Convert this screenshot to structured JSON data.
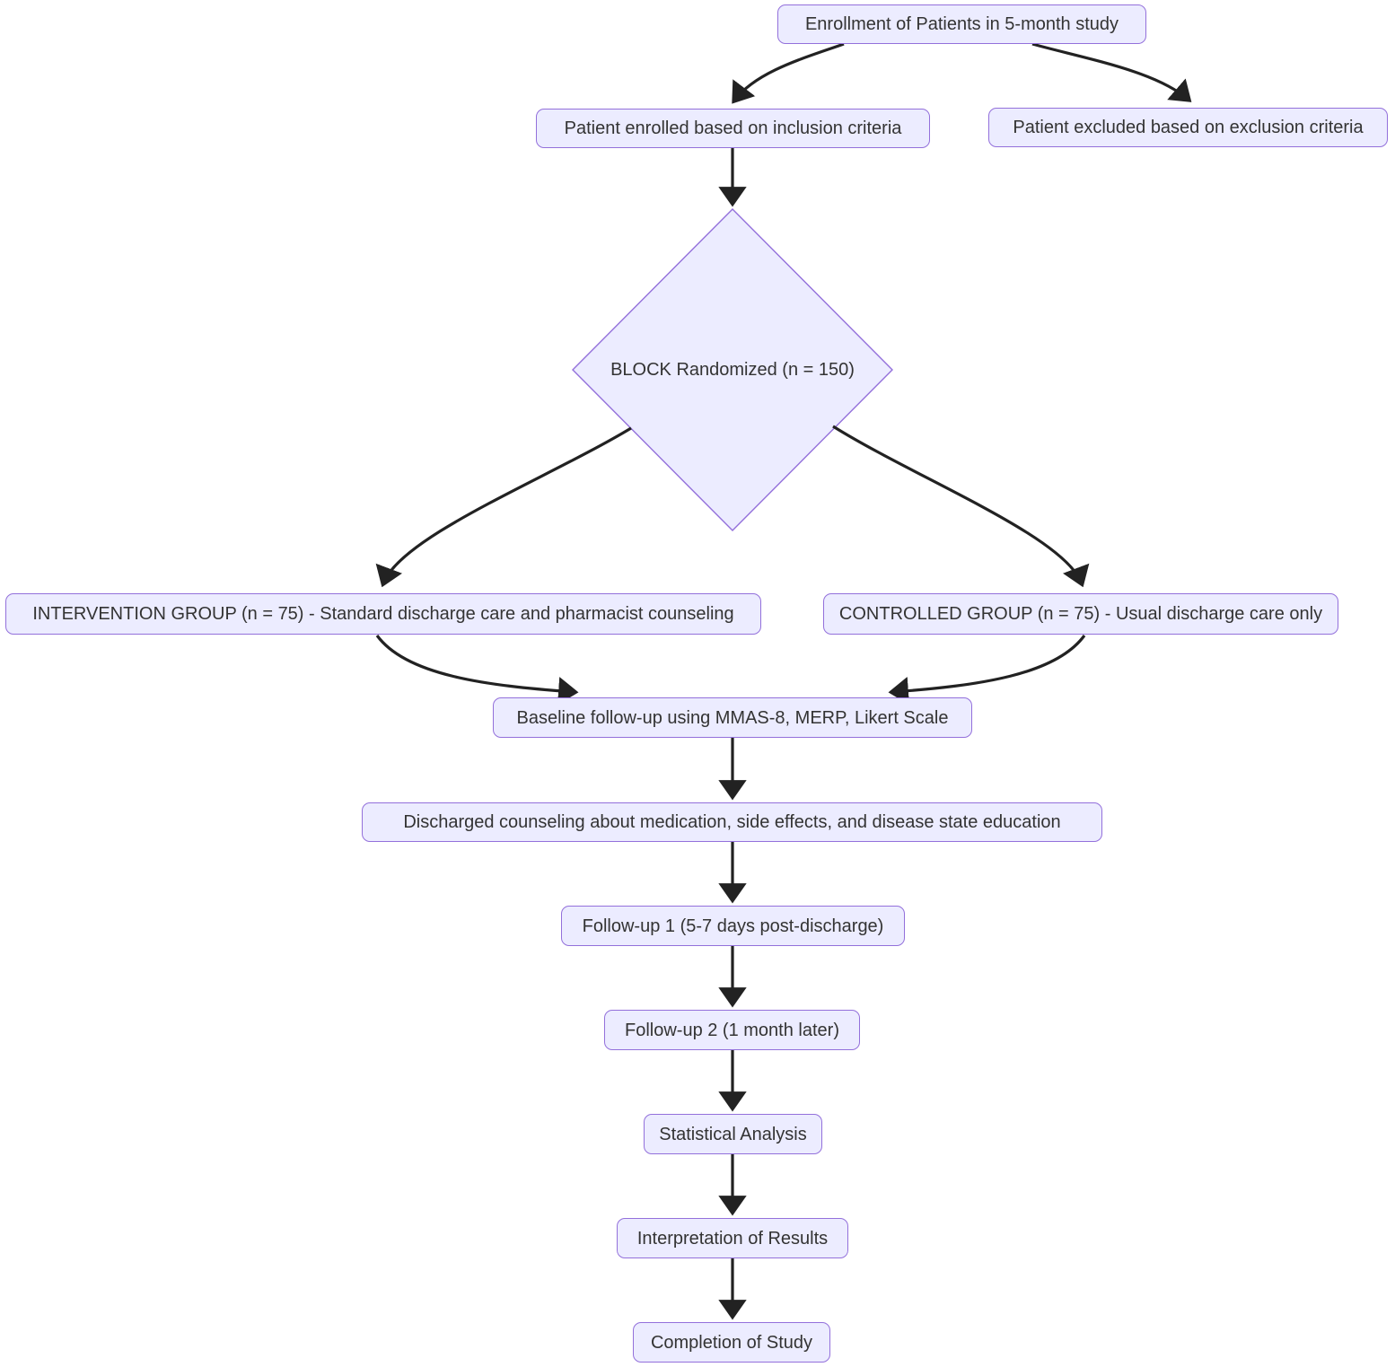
{
  "theme": {
    "background": "#FFFFFF",
    "node_fill": "#ECECFF",
    "node_border": "#9370DB",
    "text_color": "#333333",
    "edge_color": "#222222"
  },
  "nodes": {
    "enrollment": {
      "label": "Enrollment of Patients in 5-month study",
      "shape": "rect"
    },
    "enrolled": {
      "label": "Patient enrolled based on inclusion criteria",
      "shape": "rect"
    },
    "excluded": {
      "label": "Patient excluded based on exclusion criteria",
      "shape": "rect"
    },
    "randomized": {
      "label": "BLOCK Randomized (n = 150)",
      "shape": "diamond"
    },
    "intervention": {
      "label": "INTERVENTION GROUP (n = 75) - Standard discharge care and pharmacist counseling",
      "shape": "rect"
    },
    "controlled": {
      "label": "CONTROLLED GROUP (n = 75) - Usual discharge care only",
      "shape": "rect"
    },
    "baseline": {
      "label": "Baseline follow-up using MMAS-8, MERP, Likert Scale",
      "shape": "rect"
    },
    "discharged": {
      "label": "Discharged counseling about medication, side effects, and disease state education",
      "shape": "rect"
    },
    "followup1": {
      "label": "Follow-up 1 (5-7 days post-discharge)",
      "shape": "rect"
    },
    "followup2": {
      "label": "Follow-up 2 (1 month later)",
      "shape": "rect"
    },
    "statistical": {
      "label": "Statistical Analysis",
      "shape": "rect"
    },
    "interpretation": {
      "label": "Interpretation of Results",
      "shape": "rect"
    },
    "completion": {
      "label": "Completion of Study",
      "shape": "rect"
    }
  },
  "edges": [
    {
      "from": "enrollment",
      "to": "enrolled"
    },
    {
      "from": "enrollment",
      "to": "excluded"
    },
    {
      "from": "enrolled",
      "to": "randomized"
    },
    {
      "from": "randomized",
      "to": "intervention"
    },
    {
      "from": "randomized",
      "to": "controlled"
    },
    {
      "from": "intervention",
      "to": "baseline"
    },
    {
      "from": "controlled",
      "to": "baseline"
    },
    {
      "from": "baseline",
      "to": "discharged"
    },
    {
      "from": "discharged",
      "to": "followup1"
    },
    {
      "from": "followup1",
      "to": "followup2"
    },
    {
      "from": "followup2",
      "to": "statistical"
    },
    {
      "from": "statistical",
      "to": "interpretation"
    },
    {
      "from": "interpretation",
      "to": "completion"
    }
  ]
}
